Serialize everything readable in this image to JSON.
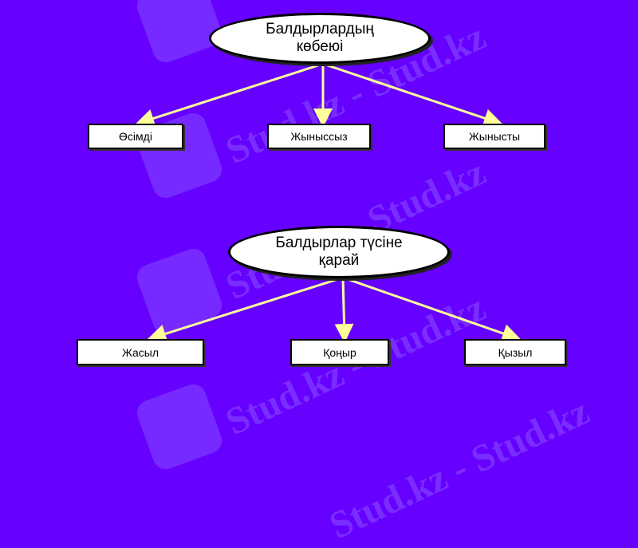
{
  "background_color": "#6600ff",
  "arrow_color": "#ffff99",
  "watermark": {
    "text": "Stud.kz - Stud.kz"
  },
  "diagrams": [
    {
      "root": {
        "line1": "Балдырлардың",
        "line2": "көбеюі"
      },
      "children": [
        {
          "label": "Өсімді"
        },
        {
          "label": "Жыныссыз"
        },
        {
          "label": "Жынысты"
        }
      ]
    },
    {
      "root": {
        "line1": "Балдырлар түсіне",
        "line2": "қарай"
      },
      "children": [
        {
          "label": "Жасыл"
        },
        {
          "label": "Қоңыр"
        },
        {
          "label": "Қызыл"
        }
      ]
    }
  ]
}
